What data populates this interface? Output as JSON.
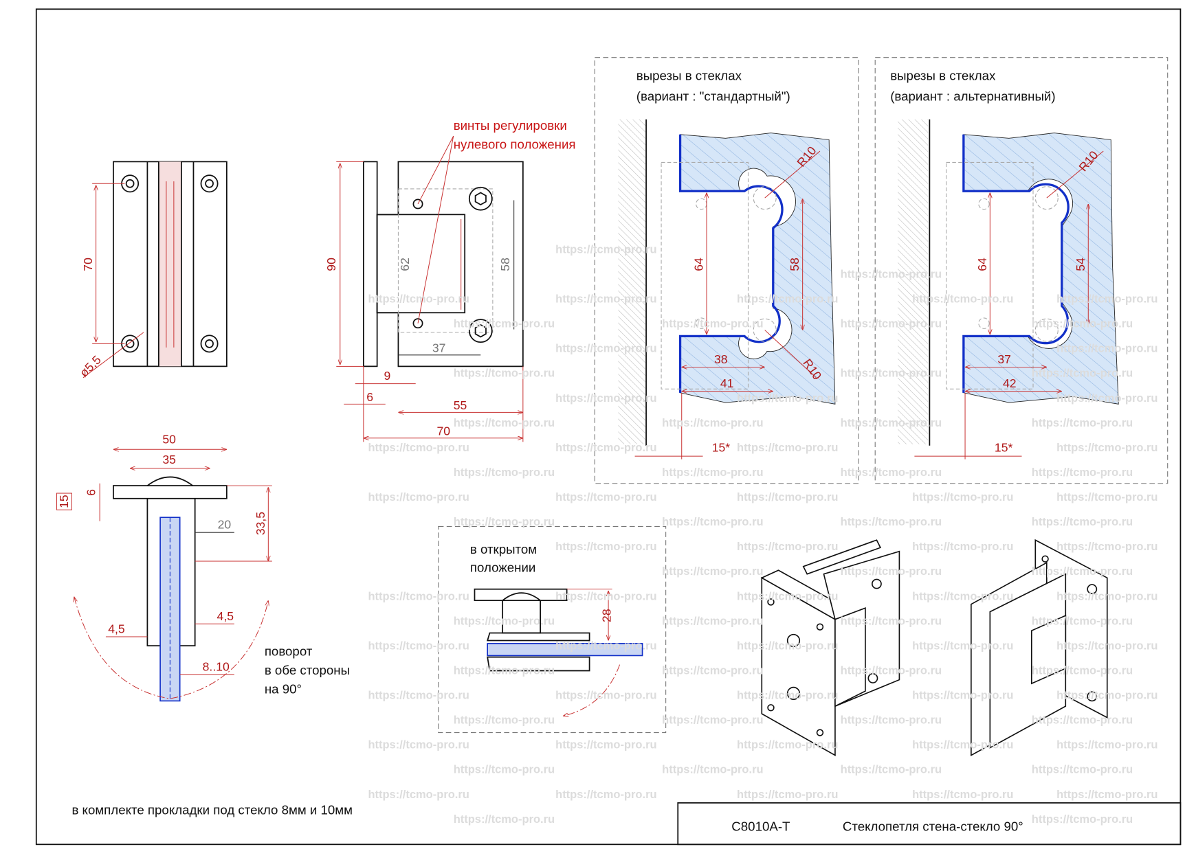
{
  "title_block": {
    "code": "C8010A-T",
    "name": "Стеклопетля стена-стекло 90°"
  },
  "note": "в комплекте прокладки под стекло 8мм и 10мм",
  "watermark": "https://tcmo-pro.ru",
  "front_view": {
    "dim_height": "70",
    "hole_dia": "ø5,5"
  },
  "side_view": {
    "callout_line1": "винты регулировки",
    "callout_line2": "нулевого положения",
    "dims": {
      "height": "90",
      "inner": "62",
      "screw_span": "58",
      "offset": "37",
      "d9": "9",
      "d6": "6",
      "d55": "55",
      "d70": "70"
    }
  },
  "cutout_standard": {
    "title_line1": "вырезы в стеклах",
    "title_line2": "(вариант : \"стандартный\")",
    "dims": {
      "r_top": "R10",
      "r_bottom": "R10",
      "h64": "64",
      "h58": "58",
      "w38": "38",
      "w41": "41",
      "gap": "15*"
    }
  },
  "cutout_alternative": {
    "title_line1": "вырезы в стеклах",
    "title_line2": "(вариант :  альтернативный)",
    "dims": {
      "r_top": "R10",
      "h64": "64",
      "h54": "54",
      "w37": "37",
      "w42": "42",
      "gap": "15*"
    }
  },
  "top_view": {
    "dims": {
      "w50": "50",
      "w35": "35",
      "d6": "6",
      "d15": "15",
      "d20": "20",
      "d335": "33,5",
      "d45l": "4,5",
      "d45r": "4,5",
      "glass": "8..10"
    },
    "rotation_line1": "поворот",
    "rotation_line2": "в обе стороны",
    "rotation_line3": "на 90°"
  },
  "open_position": {
    "label_line1": "в открытом",
    "label_line2": "положении",
    "dim": "28"
  },
  "colors": {
    "dimension": "#b01818",
    "glass_outline": "#1230c8",
    "glass_fill": "#cfe0f5",
    "watermark": "#dcdcdc"
  }
}
